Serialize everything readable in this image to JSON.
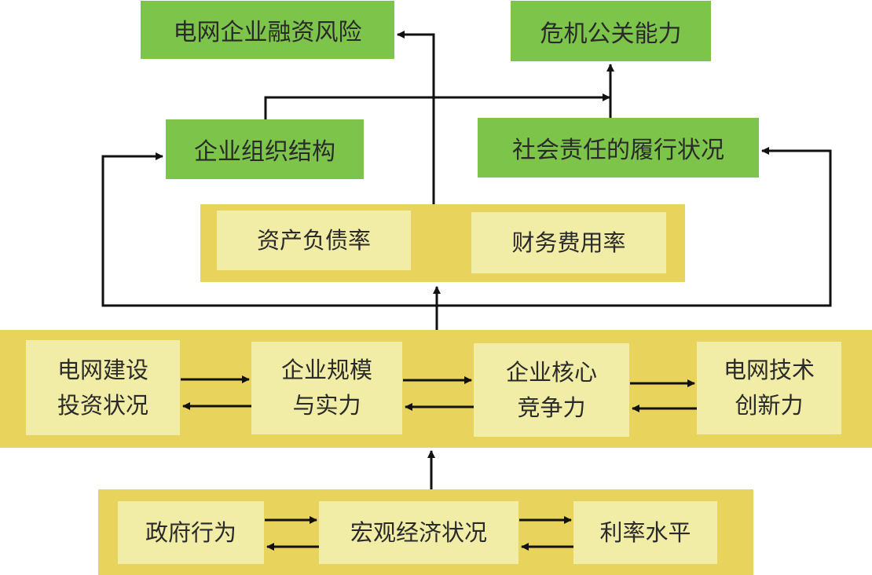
{
  "top": {
    "financing_risk": "电网企业融资风险",
    "crisis_pr": "危机公关能力"
  },
  "middle": {
    "org_structure": "企业组织结构",
    "social_responsibility": "社会责任的履行状况"
  },
  "ratios": {
    "debt_ratio": "资产负债率",
    "expense_ratio": "财务费用率"
  },
  "core": {
    "investment": [
      "电网建设",
      "投资状况"
    ],
    "scale": [
      "企业规模",
      "与实力"
    ],
    "competitiveness": [
      "企业核心",
      "竞争力"
    ],
    "tech": [
      "电网技术",
      "创新力"
    ]
  },
  "bottom": {
    "gov": "政府行为",
    "macro": "宏观经济状况",
    "interest": "利率水平"
  },
  "colors": {
    "green": "#7cc44a",
    "band": "#e8d35c",
    "inner": "#f1eca6",
    "arrow": "#111111"
  }
}
